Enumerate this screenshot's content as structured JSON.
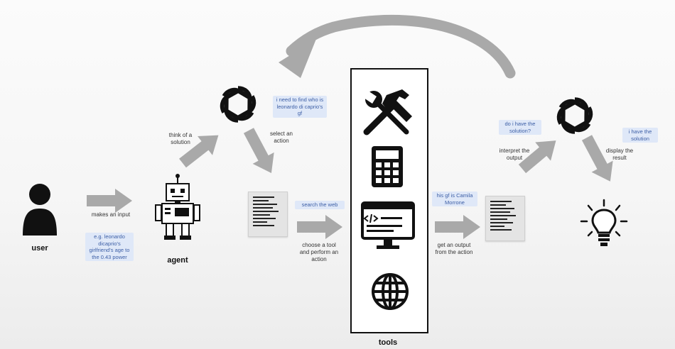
{
  "labels": {
    "user": "user",
    "agent": "agent",
    "tools": "tools",
    "makes_input": "makes an input",
    "think": "think of a solution",
    "select_action": "select an action",
    "choose_tool": "choose a tool and perform an action",
    "get_output": "get an output from the action",
    "interpret": "interpret the output",
    "display": "display the result"
  },
  "notes": {
    "example_input": "e.g. leonardo dicaprio's girlfriend's age to the 0.43 power",
    "need_to_find": "i need to find who is leonardo di caprio's gf",
    "search_web": "search the web",
    "his_gf": "his gf is Camila Morrone",
    "do_i_have": "do i have the solution?",
    "i_have": "i have the solution"
  },
  "icons": [
    "user-icon",
    "robot-agent-icon",
    "openai-logo-icon",
    "document-icon",
    "tools-icon",
    "calculator-icon",
    "code-monitor-icon",
    "globe-icon",
    "lightbulb-icon"
  ],
  "colors": {
    "arrow": "#a9a9a9",
    "note_bg": "#dfe8f8",
    "note_text": "#3d5fa6",
    "ink": "#111111"
  }
}
